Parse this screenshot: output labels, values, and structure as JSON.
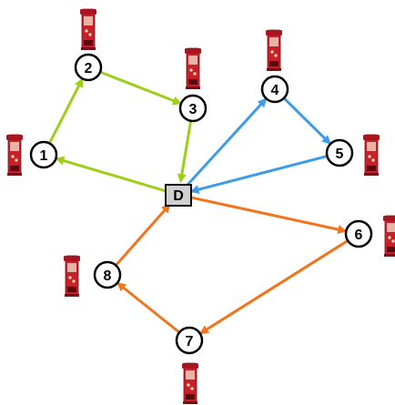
{
  "depot": {
    "label": "D"
  },
  "nodes": [
    {
      "id": "1",
      "label": "1"
    },
    {
      "id": "2",
      "label": "2"
    },
    {
      "id": "3",
      "label": "3"
    },
    {
      "id": "4",
      "label": "4"
    },
    {
      "id": "5",
      "label": "5"
    },
    {
      "id": "6",
      "label": "6"
    },
    {
      "id": "7",
      "label": "7"
    },
    {
      "id": "8",
      "label": "8"
    }
  ],
  "routes": [
    {
      "color": "#9dcf1a",
      "path": [
        "D",
        "1",
        "2",
        "3",
        "D"
      ]
    },
    {
      "color": "#3c9ce8",
      "path": [
        "D",
        "4",
        "5",
        "D"
      ]
    },
    {
      "color": "#f2741c",
      "path": [
        "D",
        "6",
        "7",
        "8",
        "D"
      ]
    }
  ],
  "icons": {
    "customer": "vending-machine-icon",
    "machine_color": "#c8202a"
  }
}
